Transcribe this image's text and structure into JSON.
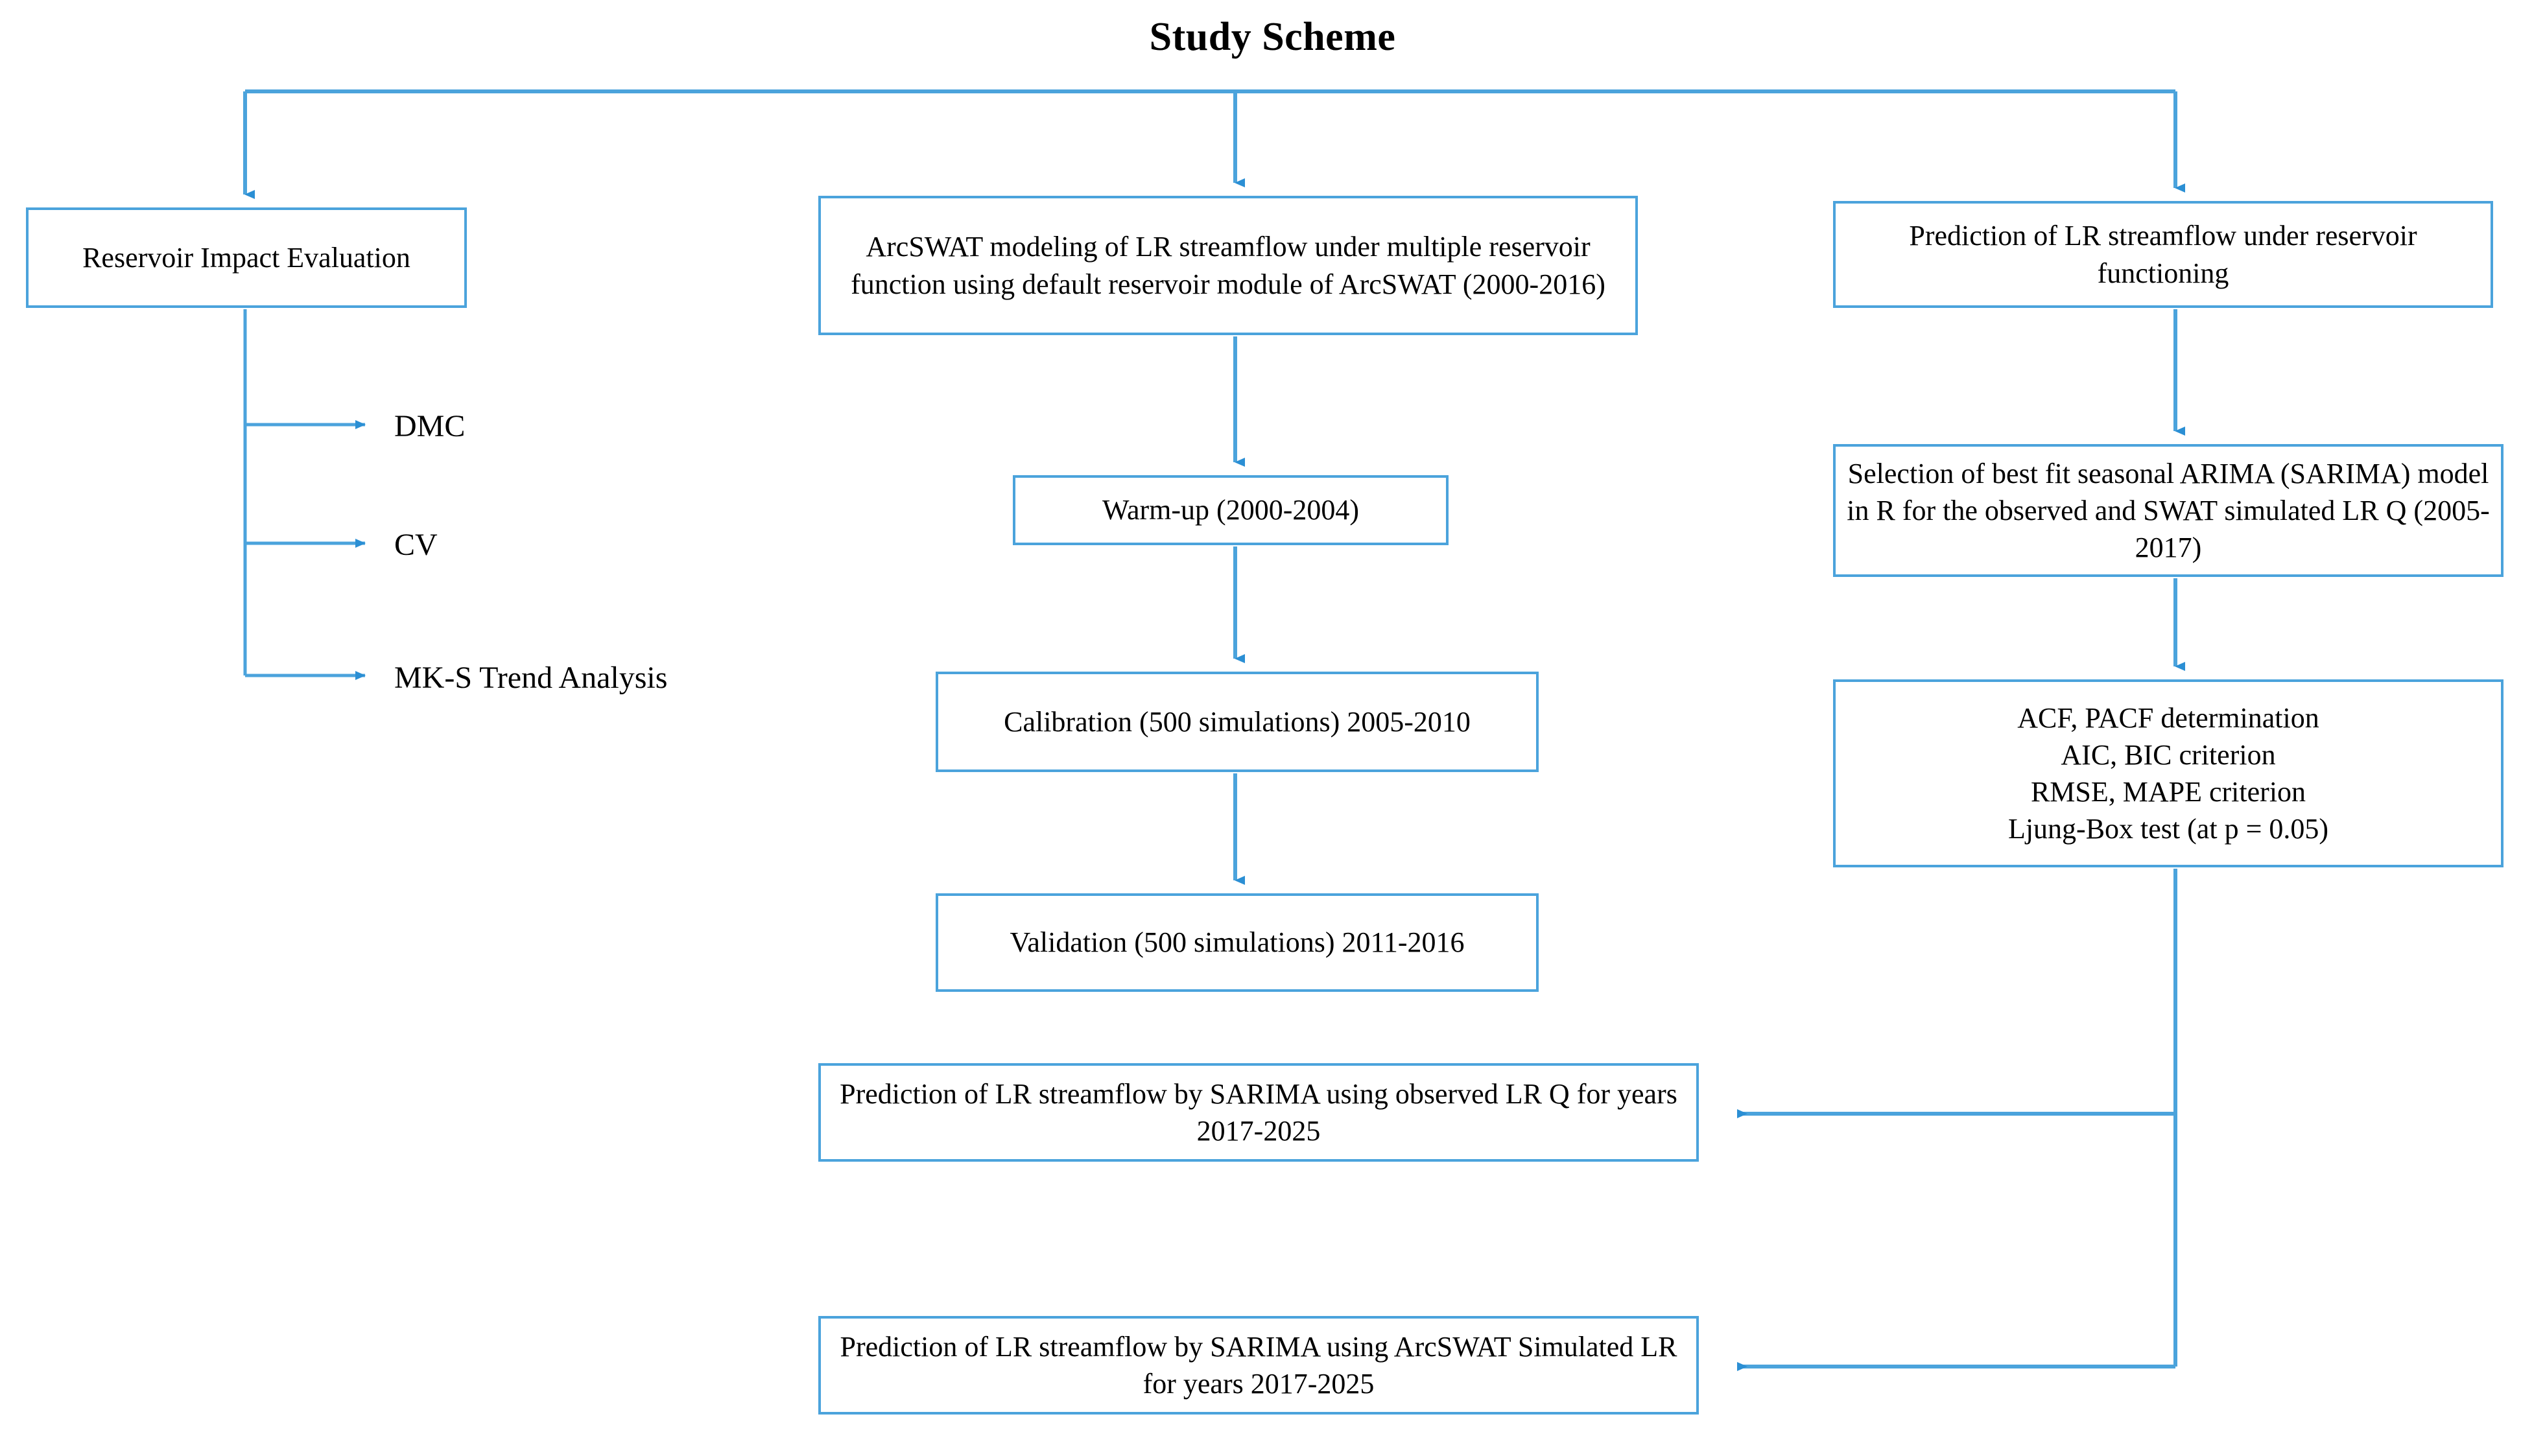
{
  "title": "Study Scheme",
  "theme": {
    "line_color": "#4BA3DC",
    "box_border_color": "#4BA3DC",
    "text_color": "#000000",
    "background": "#ffffff"
  },
  "branches": {
    "left": {
      "root": "Reservoir  Impact Evaluation",
      "items": [
        {
          "label": "DMC"
        },
        {
          "label": "CV"
        },
        {
          "label": "MK-S Trend  Analysis"
        }
      ]
    },
    "middle": {
      "nodes": [
        {
          "label": "ArcSWAT modeling of LR streamflow under multiple reservoir function using default reservoir module of ArcSWAT (2000-2016)"
        },
        {
          "label": "Warm-up (2000-2004)"
        },
        {
          "label": "Calibration (500 simulations) 2005-2010"
        },
        {
          "label": "Validation  (500 simulations)  2011-2016"
        }
      ]
    },
    "right": {
      "nodes": [
        {
          "label": "Prediction  of LR streamflow  under reservoir  functioning"
        },
        {
          "label": "Selection of best fit seasonal ARIMA (SARIMA) model in R for the observed and SWAT simulated LR Q (2005-2017)"
        },
        {
          "label": "ACF, PACF determination\nAIC, BIC criterion\nRMSE, MAPE criterion\nLjung-Box test (at p = 0.05)"
        }
      ]
    },
    "outputs": [
      {
        "label": "Prediction  of LR streamflow  by SARIMA using observed  LR Q for years 2017-2025"
      },
      {
        "label": "Prediction  of LR streamflow  by SARIMA using ArcSWAT  Simulated  LR for years 2017-2025"
      }
    ]
  },
  "criteria_lines": [
    "ACF, PACF determination",
    "AIC, BIC criterion",
    "RMSE, MAPE criterion",
    "Ljung-Box test (at p = 0.05)"
  ]
}
